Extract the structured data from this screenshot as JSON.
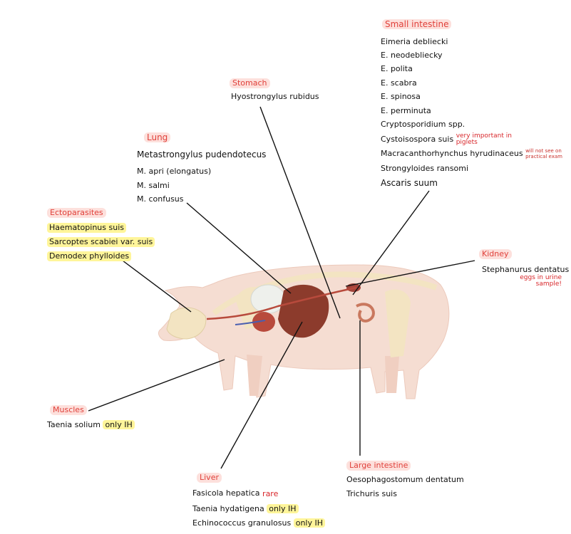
{
  "colors": {
    "heading_text": "#e0403a",
    "heading_bg": "#fde0dc",
    "highlight": "#fff59a",
    "note": "#d8262a",
    "body": "#f5ddd2",
    "bone": "#f3e4c2",
    "organ_dark": "#8c3b2c",
    "organ_red": "#b84a3c",
    "vessel_blue": "#4a5fb0"
  },
  "sections": {
    "small_intestine": {
      "heading": "Small intestine",
      "items": [
        "Eimeria debliecki",
        "E. neodebliecky",
        "E. polita",
        "E. scabra",
        "E. spinosa",
        "E. perminuta",
        "Cryptosporidium spp.",
        "Cystoisospora suis",
        "Macracanthorhynchus hyrudinaceus",
        "Strongyloides ransomi",
        "Ascaris suum"
      ],
      "note_cystoisospora": "very important in piglets",
      "note_macracanthorhynchus": "will not see on practical exam"
    },
    "stomach": {
      "heading": "Stomach",
      "items": [
        "Hyostrongylus rubidus"
      ]
    },
    "lung": {
      "heading": "Lung",
      "items": [
        "Metastrongylus pudendotecus",
        "M. apri (elongatus)",
        "M. salmi",
        "M. confusus"
      ]
    },
    "ectoparasites": {
      "heading": "Ectoparasites",
      "items": [
        "Haematopinus suis",
        "Sarcoptes scabiei var. suis",
        "Demodex phylloides"
      ]
    },
    "kidney": {
      "heading": "Kidney",
      "items": [
        "Stephanurus dentatus"
      ],
      "note": "eggs in urine sample!"
    },
    "muscles": {
      "heading": "Muscles",
      "items": [
        "Taenia solium"
      ],
      "note": "only IH"
    },
    "large_intestine": {
      "heading": "Large intestine",
      "items": [
        "Oesophagostomum dentatum",
        "Trichuris suis"
      ]
    },
    "liver": {
      "heading": "Liver",
      "items": [
        "Fasicola hepatica",
        "Taenia hydatigena",
        "Echinococcus granulosus"
      ],
      "note_fasciola": "rare",
      "note_taenia": "only IH",
      "note_echinococcus": "only IH"
    }
  }
}
